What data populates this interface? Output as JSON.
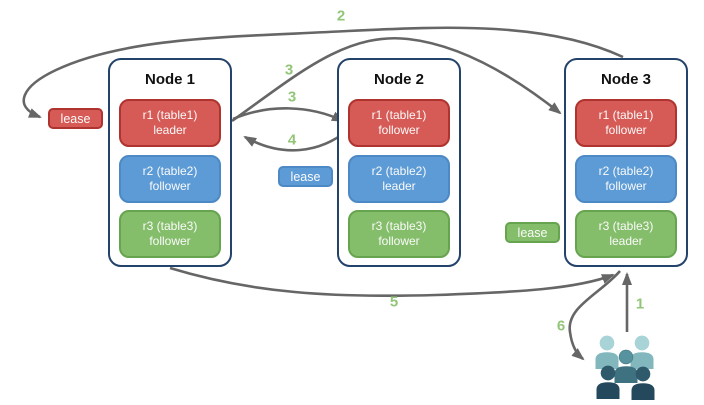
{
  "diagram_title": "range lease and raft leadership diagram",
  "nodes": [
    {
      "title": "Node 1",
      "replicas": [
        {
          "line1": "r1 (table1)",
          "line2": "leader",
          "color": "red"
        },
        {
          "line1": "r2 (table2)",
          "line2": "follower",
          "color": "blue"
        },
        {
          "line1": "r3 (table3)",
          "line2": "follower",
          "color": "green"
        }
      ]
    },
    {
      "title": "Node 2",
      "replicas": [
        {
          "line1": "r1 (table1)",
          "line2": "follower",
          "color": "red"
        },
        {
          "line1": "r2 (table2)",
          "line2": "leader",
          "color": "blue"
        },
        {
          "line1": "r3 (table3)",
          "line2": "follower",
          "color": "green"
        }
      ]
    },
    {
      "title": "Node 3",
      "replicas": [
        {
          "line1": "r1 (table1)",
          "line2": "follower",
          "color": "red"
        },
        {
          "line1": "r2 (table2)",
          "line2": "follower",
          "color": "blue"
        },
        {
          "line1": "r3 (table3)",
          "line2": "leader",
          "color": "green"
        }
      ]
    }
  ],
  "leases": {
    "red": {
      "label": "lease"
    },
    "blue": {
      "label": "lease"
    },
    "green": {
      "label": "lease"
    }
  },
  "steps": {
    "s1": "1",
    "s2": "2",
    "s3a": "3",
    "s3b": "3",
    "s4": "4",
    "s5": "5",
    "s6": "6"
  },
  "icons": {
    "clients": "users-group-icon"
  },
  "colors": {
    "replica_red_fill": "#D65A55",
    "replica_red_border": "#AF332E",
    "replica_blue_fill": "#5C9BD6",
    "replica_blue_border": "#4D89C4",
    "replica_green_fill": "#85BE6B",
    "replica_green_border": "#67A44F",
    "node_border": "#24436B",
    "arrow": "#666666",
    "step_label": "#93C579",
    "people_back_head": "#A8D4D8",
    "people_back_body": "#81B7BD",
    "people_mid_head": "#57939E",
    "people_mid_body": "#3F7280",
    "people_front_head": "#2F5A6C",
    "people_front_body": "#24495C"
  }
}
